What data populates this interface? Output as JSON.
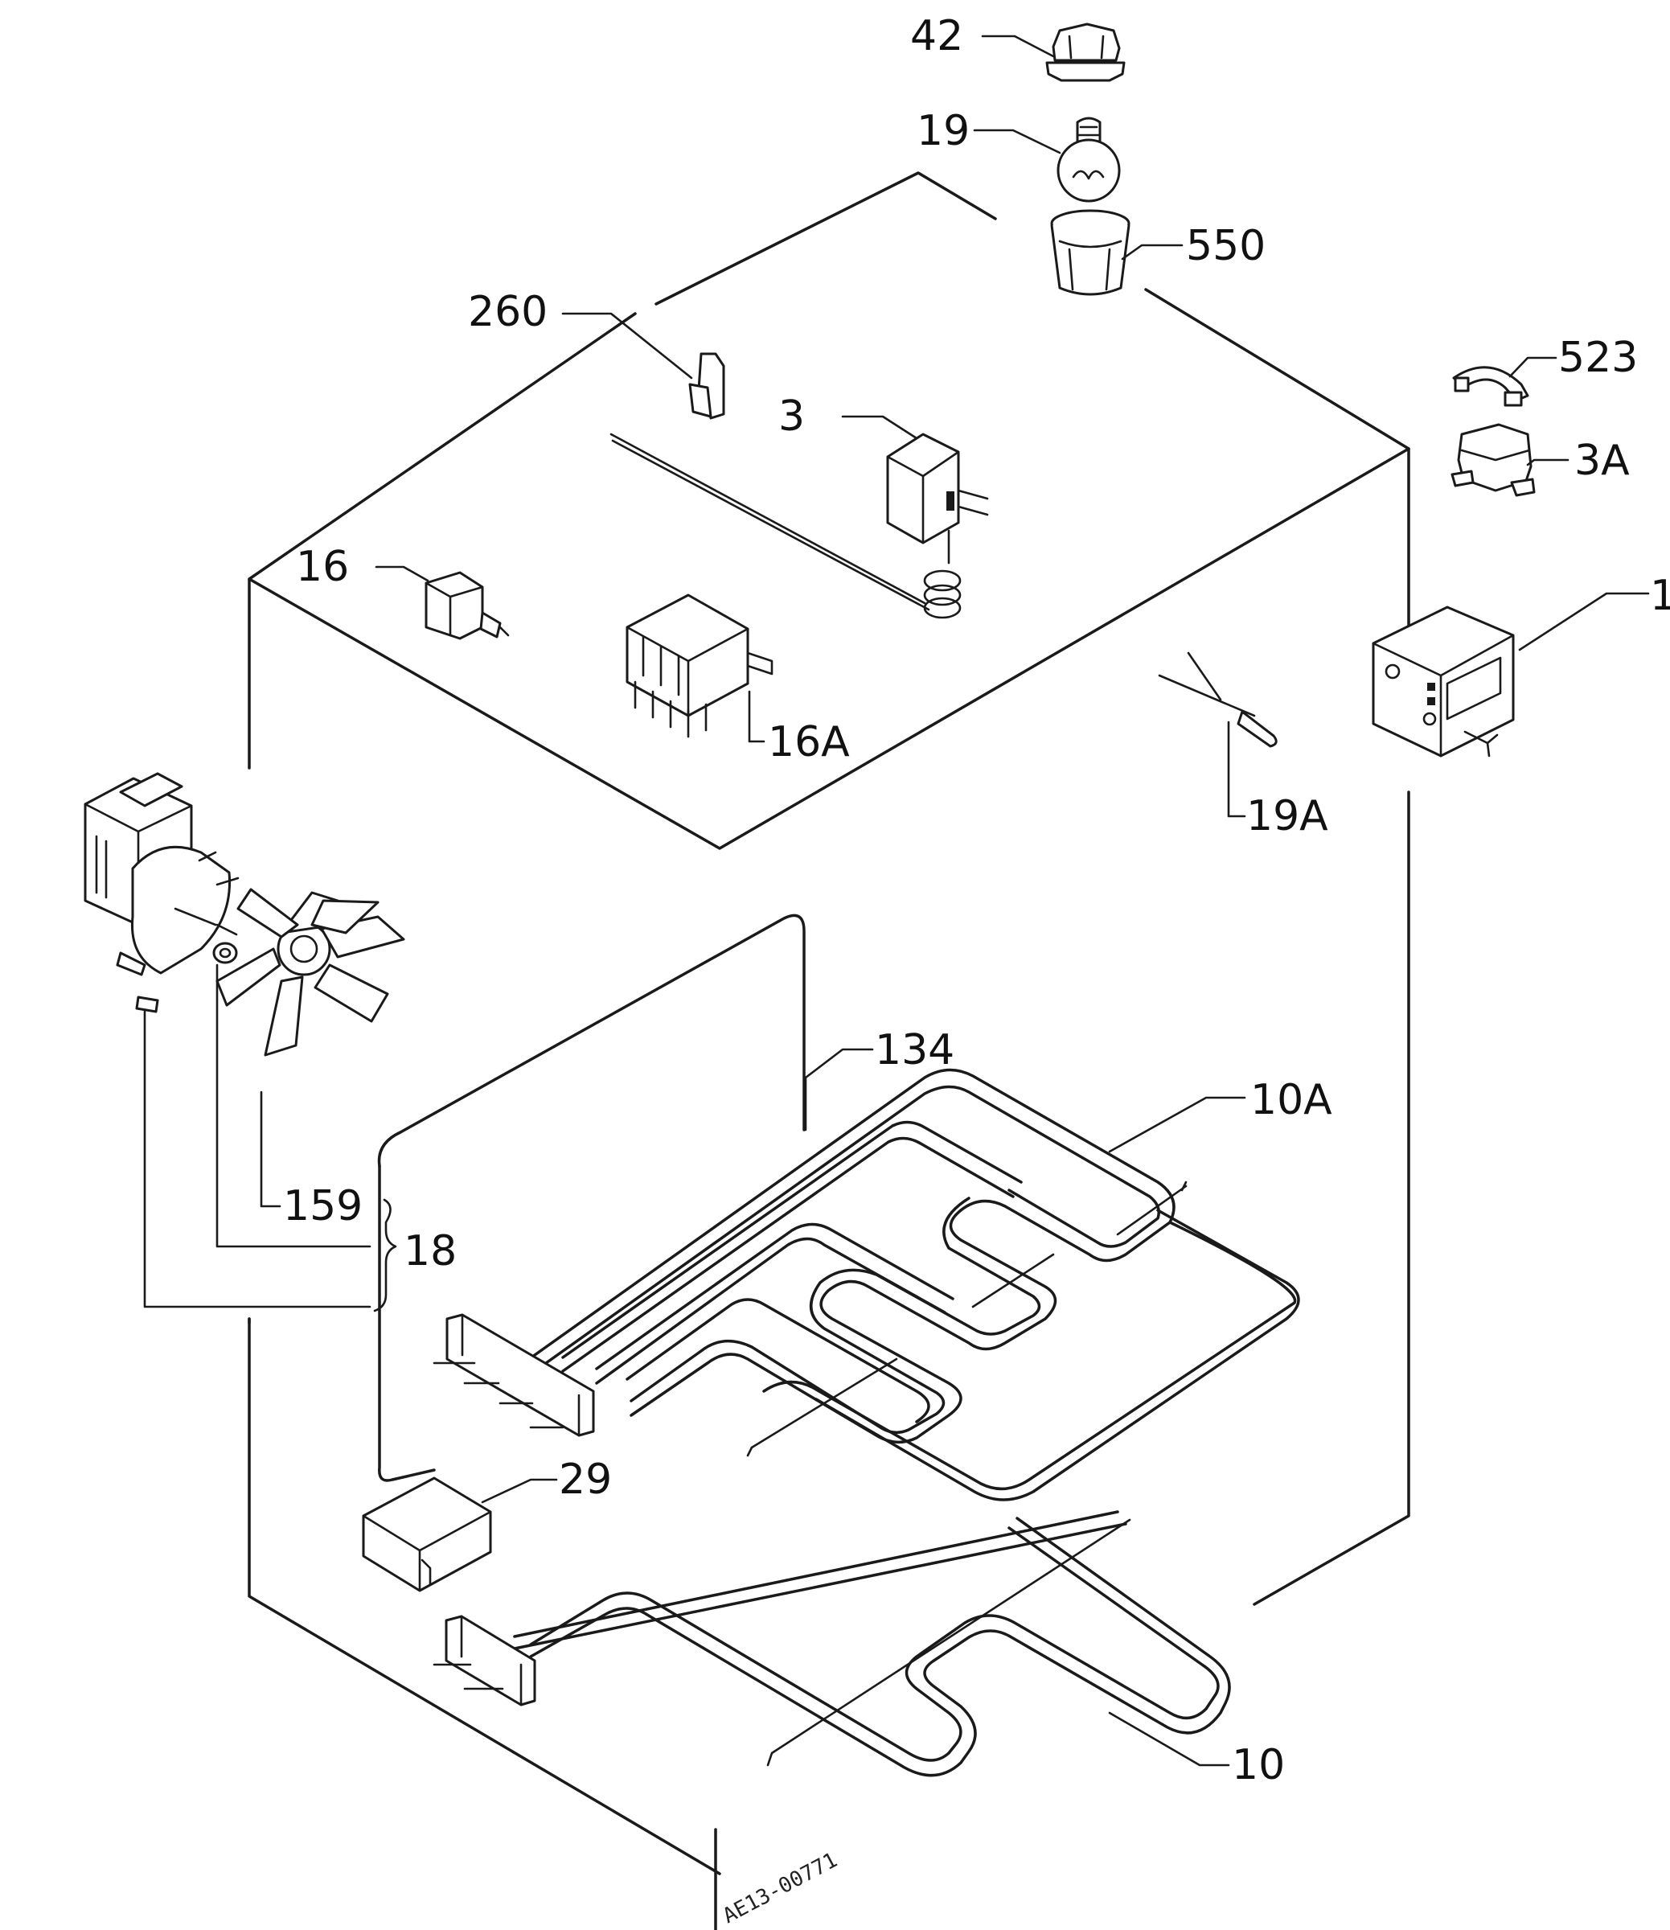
{
  "labels": {
    "p42": "42",
    "p19": "19",
    "p550": "550",
    "p260": "260",
    "p523": "523",
    "p3": "3",
    "p3a": "3A",
    "p16": "16",
    "p1": "1",
    "p16a": "16A",
    "p19a": "19A",
    "p134": "134",
    "p10a": "10A",
    "p159": "159",
    "p18": "18",
    "p29": "29",
    "p10": "10"
  },
  "drawing_ref": "AE13-00771"
}
